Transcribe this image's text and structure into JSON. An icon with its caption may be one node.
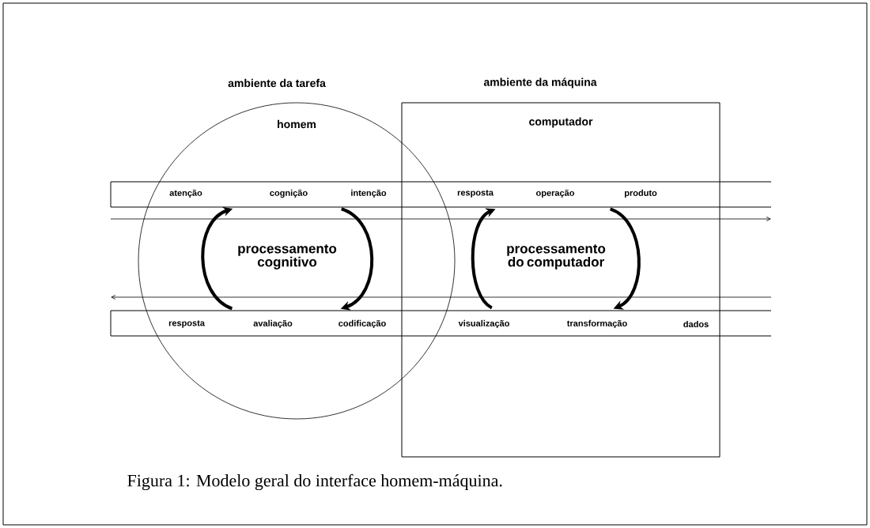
{
  "diagram": {
    "caption": "Figura 1: Modelo geral do interface homem-máquina.",
    "nodes": [
      {
        "text": [
          "homem"
        ]
      },
      {
        "text": [
          "computador"
        ]
      },
      {
        "text": [
          "atenção",
          "cognição",
          "intenção",
          "resposta",
          "operação",
          "produto"
        ]
      },
      {
        "text": [
          "resposta",
          "avaliação",
          "codificação",
          "visualização",
          "transformação",
          "dados"
        ]
      },
      {
        "text": [
          "processamento cognitivo"
        ],
        "in": 0
      },
      {
        "text": [
          "processamento do computador"
        ],
        "in": 1
      }
    ],
    "edges": [
      {
        "from": 3,
        "to": 2,
        "arrow": "to"
      },
      {
        "from": 2,
        "to": 3,
        "arrow": "to"
      },
      {
        "from": 3,
        "to": 2,
        "arrow": "to"
      },
      {
        "from": 2,
        "to": 3,
        "arrow": "to"
      }
    ],
    "labels": [
      "ambiente da tarefa",
      "ambiente da máquina"
    ]
  }
}
